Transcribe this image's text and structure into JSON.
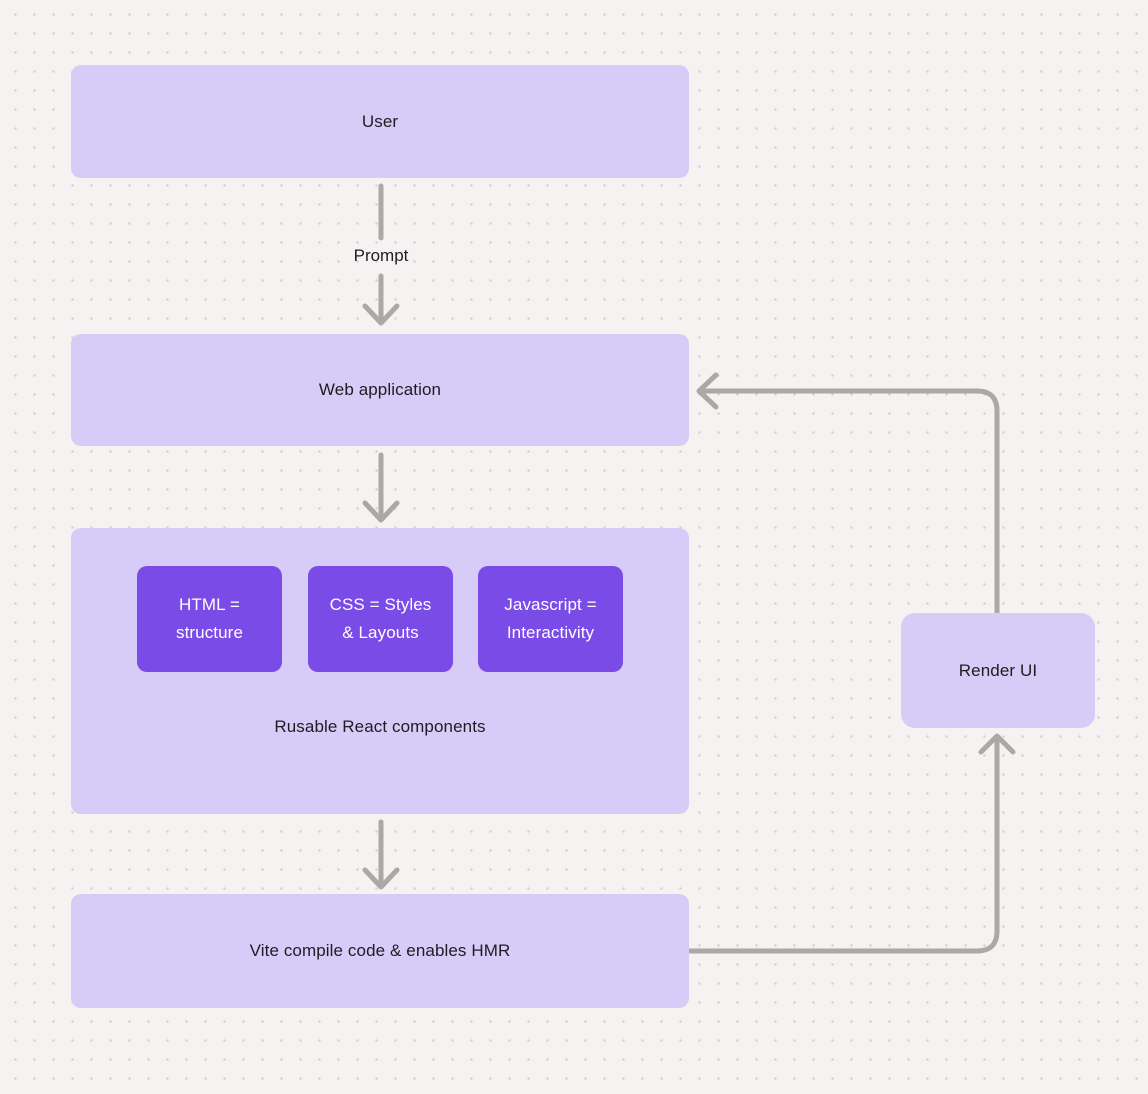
{
  "diagram": {
    "colors": {
      "background": "#f4f3f2",
      "grid_dot": "#cfcdcb",
      "node_fill": "#d7cbf7",
      "chip_fill": "#7b4be8",
      "chip_text": "#ffffff",
      "node_text": "#1e1d21",
      "connector": "#aba9a7"
    },
    "nodes": {
      "user": {
        "label": "User"
      },
      "web_application": {
        "label": "Web application"
      },
      "components_group": {
        "caption": "Rusable React components",
        "chips": [
          {
            "lines": [
              "HTML =",
              "structure"
            ]
          },
          {
            "lines": [
              "CSS = Styles",
              "& Layouts"
            ]
          },
          {
            "lines": [
              "Javascript =",
              "Interactivity"
            ]
          }
        ]
      },
      "vite": {
        "label": "Vite compile code & enables HMR"
      },
      "render_ui": {
        "label": "Render UI"
      }
    },
    "edges": [
      {
        "from": "User",
        "to": "Web application",
        "label": "Prompt"
      },
      {
        "from": "Web application",
        "to": "Rusable React components",
        "label": ""
      },
      {
        "from": "Rusable React components",
        "to": "Vite compile code & enables HMR",
        "label": ""
      },
      {
        "from": "Vite compile code & enables HMR",
        "to": "Render UI",
        "label": ""
      },
      {
        "from": "Render UI",
        "to": "Web application",
        "label": ""
      }
    ]
  }
}
